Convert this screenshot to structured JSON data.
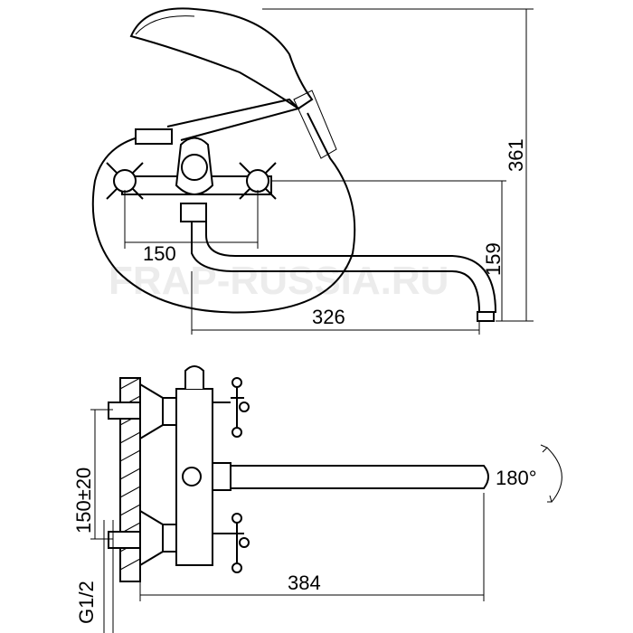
{
  "watermark": "FRAP-RUSSIA.RU",
  "top_view": {
    "dim_handle_spacing": "150",
    "dim_spout_reach": "326",
    "dim_spout_height": "159",
    "dim_total_height": "361"
  },
  "side_view": {
    "dim_mount_spacing": "150±20",
    "dim_thread": "G1/2",
    "dim_spout_length": "384",
    "dim_rotation": "180°"
  },
  "colors": {
    "line": "#000000",
    "watermark": "#ececec"
  }
}
